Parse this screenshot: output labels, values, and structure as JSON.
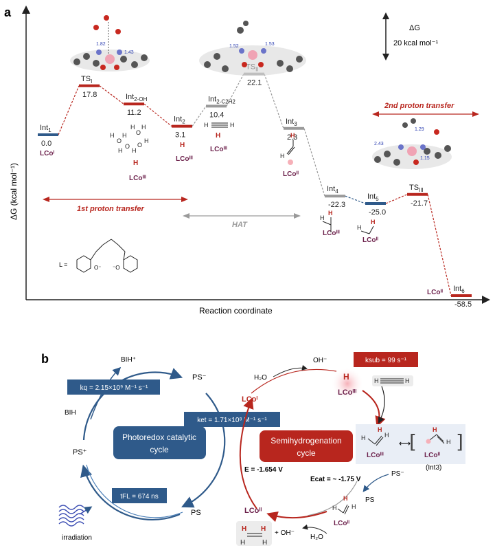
{
  "panel_a": {
    "letter": "a",
    "y_axis_label": "ΔG (kcal mol⁻¹)",
    "x_axis_label": "Reaction coordinate",
    "scale_bar": {
      "label": "ΔG",
      "value": "20 kcal mol⁻¹"
    },
    "states": [
      {
        "name": "Int",
        "sub": "1",
        "energy": "0.0",
        "color": "#2f5a8a"
      },
      {
        "name": "TS",
        "sub": "I",
        "energy": "17.8",
        "color": "#b8261e"
      },
      {
        "name": "Int",
        "sub": "2-OH",
        "energy": "11.2",
        "color": "#b8261e"
      },
      {
        "name": "Int",
        "sub": "2",
        "energy": "3.1",
        "color": "#b8261e"
      },
      {
        "name": "Int",
        "sub": "2-C2H2",
        "energy": "10.4",
        "color": "#9a9a9a"
      },
      {
        "name": "TS",
        "sub": "II",
        "energy": "22.1",
        "color": "#9a9a9a"
      },
      {
        "name": "Int",
        "sub": "3",
        "energy": "2.3",
        "color": "#9a9a9a"
      },
      {
        "name": "Int",
        "sub": "4",
        "energy": "-22.3",
        "color": "#9a9a9a"
      },
      {
        "name": "Int",
        "sub": "5",
        "energy": "-25.0",
        "color": "#2f5a8a"
      },
      {
        "name": "TS",
        "sub": "III",
        "energy": "-21.7",
        "color": "#b8261e"
      },
      {
        "name": "Int",
        "sub": "6",
        "energy": "-58.5",
        "color": "#b8261e"
      }
    ],
    "species_labels": [
      "LCoᴵ",
      "LCoᴵᴵᴵ",
      "LCoᴵᴵᴵ",
      "LCoᴵᴵᴵ",
      "LCoᴵᴵ",
      "LCoᴵᴵᴵ",
      "LCoᴵᴵ",
      "LCoᴵᴵ"
    ],
    "h_label": "H",
    "ligand_label": "L =",
    "phase_labels": {
      "first": "1st proton transfer",
      "hat": "HAT",
      "second": "2nd proton transfer"
    },
    "distances": [
      "1.82",
      "1.43",
      "1.52",
      "1.53",
      "2.43",
      "1.29",
      "1.15"
    ]
  },
  "panel_b": {
    "letter": "b",
    "left_cycle_label": "Photoredox catalytic cycle",
    "right_cycle_label": "Semihydrogenation cycle",
    "rate_kq": "kq = 2.15×10⁹  M⁻¹ s⁻¹",
    "rate_ket": "ket = 1.71×10⁸  M⁻¹ s⁻¹",
    "rate_ksub": "ksub = 99  s⁻¹",
    "lifetime": "tFL = 674 ns",
    "species": {
      "bih_plus": "BIH⁺",
      "bih": "BIH",
      "ps_minus_top": "PS⁻",
      "ps_plus": "PS⁺",
      "ps": "PS",
      "irradiation": "irradiation",
      "h2o_top": "H₂O",
      "oh_top": "OH⁻",
      "lcoi": "LCoᴵ",
      "lcoiii_h": "LCoᴵᴵᴵ",
      "lcoiii_vinyl": "LCoᴵᴵᴵ",
      "lcoii_vinyl": "LCoᴵᴵ",
      "int3": "(Int3)",
      "ps_minus_right": "PS⁻",
      "ps_right": "PS",
      "lcoii_bottom": "LCoᴵᴵ",
      "lcoii_vinyl_bottom": "LCoᴵᴵ",
      "oh_bottom": "+ OH⁻",
      "h2o_bottom": "H₂O"
    },
    "potential_e": "E = -1.654 V",
    "potential_ecat": "Ecat = ~ -1.75 V"
  },
  "colors": {
    "red": "#b8261e",
    "blue": "#2f5a8a",
    "grey": "#9a9a9a",
    "box_blue": "#2f5a8a",
    "box_red": "#b8261e",
    "highlight": "#e9eef6",
    "purple": "#6b1f4a"
  }
}
